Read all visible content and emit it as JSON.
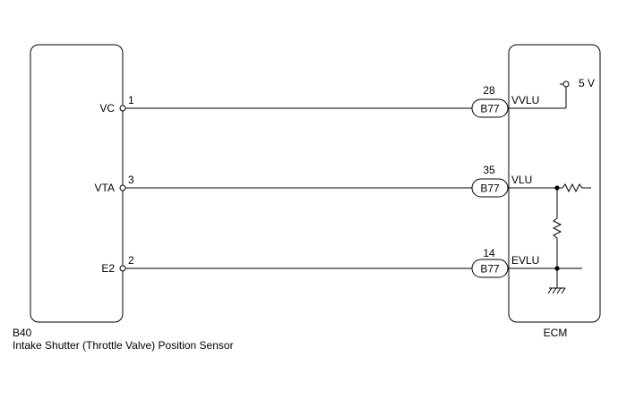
{
  "sensor": {
    "code": "B40",
    "name": "Intake Shutter (Throttle Valve) Position Sensor",
    "pins": [
      {
        "terminal": "VC",
        "number": "1"
      },
      {
        "terminal": "VTA",
        "number": "3"
      },
      {
        "terminal": "E2",
        "number": "2"
      }
    ]
  },
  "ecm": {
    "name": "ECM",
    "supply": "5 V",
    "pins": [
      {
        "number": "28",
        "connector": "B77",
        "terminal": "VVLU"
      },
      {
        "number": "35",
        "connector": "B77",
        "terminal": "VLU"
      },
      {
        "number": "14",
        "connector": "B77",
        "terminal": "EVLU"
      }
    ]
  }
}
